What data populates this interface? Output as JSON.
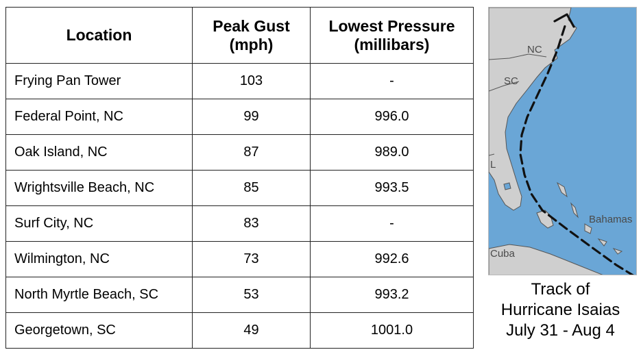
{
  "table": {
    "headers": {
      "location": [
        "Location"
      ],
      "gust": [
        "Peak Gust",
        "(mph)"
      ],
      "pressure": [
        "Lowest Pressure",
        "(millibars)"
      ]
    },
    "rows": [
      {
        "location": "Frying Pan Tower",
        "gust": "103",
        "pressure": "-"
      },
      {
        "location": "Federal Point, NC",
        "gust": "99",
        "pressure": "996.0"
      },
      {
        "location": "Oak Island, NC",
        "gust": "87",
        "pressure": "989.0"
      },
      {
        "location": "Wrightsville Beach, NC",
        "gust": "85",
        "pressure": "993.5"
      },
      {
        "location": "Surf City, NC",
        "gust": "83",
        "pressure": "-"
      },
      {
        "location": "Wilmington, NC",
        "gust": "73",
        "pressure": "992.6"
      },
      {
        "location": "North Myrtle Beach, SC",
        "gust": "53",
        "pressure": "993.2"
      },
      {
        "location": "Georgetown, SC",
        "gust": "49",
        "pressure": "1001.0"
      }
    ]
  },
  "map": {
    "labels": {
      "nc": "NC",
      "sc": "SC",
      "fl": "L",
      "bahamas": "Bahamas",
      "cuba": "Cuba"
    },
    "colors": {
      "ocean": "#6aa6d6",
      "land": "#cfcfcf",
      "border": "#555555",
      "track": "#111111"
    }
  },
  "caption": [
    "Track of",
    "Hurricane Isaias",
    "July 31 - Aug 4"
  ]
}
